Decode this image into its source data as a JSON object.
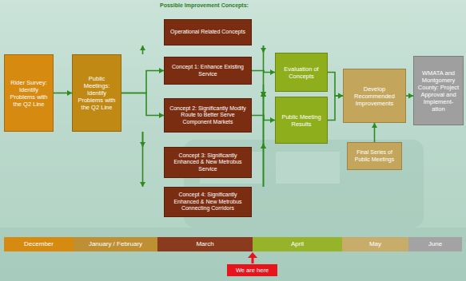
{
  "diagram": {
    "title": "Possible Improvement Concepts:",
    "nodes": [
      {
        "text": [
          "Rider Survey: Identify Problems with the Q2 Line"
        ]
      },
      {
        "text": [
          "Public Meetings: Identify Problems with the Q2 Line"
        ]
      },
      {
        "text": [
          "Operational Related Concepts"
        ]
      },
      {
        "text": [
          "Concept 1: Enhance Existing Service"
        ]
      },
      {
        "text": [
          "Concept 2: Significantly Modify Route to Better Serve Component Markets"
        ]
      },
      {
        "text": [
          "Concept 3: Significantly Enhanced & New Metrobus Service"
        ]
      },
      {
        "text": [
          "Concept 4: Significantly Enhanced & New Metrobus Connecting Corridors"
        ]
      },
      {
        "text": [
          "Evaluation of Concepts"
        ]
      },
      {
        "text": [
          "Public Meeting Results"
        ]
      },
      {
        "text": [
          "Develop Recommended Improvements"
        ]
      },
      {
        "text": [
          "Final Series of Public Meetings"
        ]
      },
      {
        "text": [
          "WMATA and Montgomery County: Project Approval and Implement- ation"
        ]
      },
      {
        "text": [
          "December"
        ]
      },
      {
        "text": [
          "January / February"
        ]
      },
      {
        "text": [
          "March"
        ]
      },
      {
        "text": [
          "April"
        ]
      },
      {
        "text": [
          "May"
        ]
      },
      {
        "text": [
          "June"
        ]
      },
      {
        "text": [
          "We are here"
        ]
      }
    ],
    "edges": [
      {
        "from": 0,
        "to": 1,
        "arrow": "to"
      },
      {
        "from": 1,
        "to": 2,
        "arrow": "to"
      },
      {
        "from": 1,
        "to": 3,
        "arrow": "to"
      },
      {
        "from": 1,
        "to": 4,
        "arrow": "to"
      },
      {
        "from": 1,
        "to": 5,
        "arrow": "to"
      },
      {
        "from": 1,
        "to": 6,
        "arrow": "to"
      },
      {
        "from": 2,
        "to": 7,
        "arrow": "to"
      },
      {
        "from": 3,
        "to": 7,
        "arrow": "to"
      },
      {
        "from": 4,
        "to": 7,
        "arrow": "to"
      },
      {
        "from": 5,
        "to": 7,
        "arrow": "to"
      },
      {
        "from": 6,
        "to": 7,
        "arrow": "to"
      },
      {
        "from": 2,
        "to": 8,
        "arrow": "to"
      },
      {
        "from": 3,
        "to": 8,
        "arrow": "to"
      },
      {
        "from": 4,
        "to": 8,
        "arrow": "to"
      },
      {
        "from": 5,
        "to": 8,
        "arrow": "to"
      },
      {
        "from": 6,
        "to": 8,
        "arrow": "to"
      },
      {
        "from": 7,
        "to": 9,
        "arrow": "to"
      },
      {
        "from": 8,
        "to": 9,
        "arrow": "to"
      },
      {
        "from": 10,
        "to": 9,
        "arrow": "to"
      },
      {
        "from": 9,
        "to": 11,
        "arrow": "to"
      }
    ]
  }
}
